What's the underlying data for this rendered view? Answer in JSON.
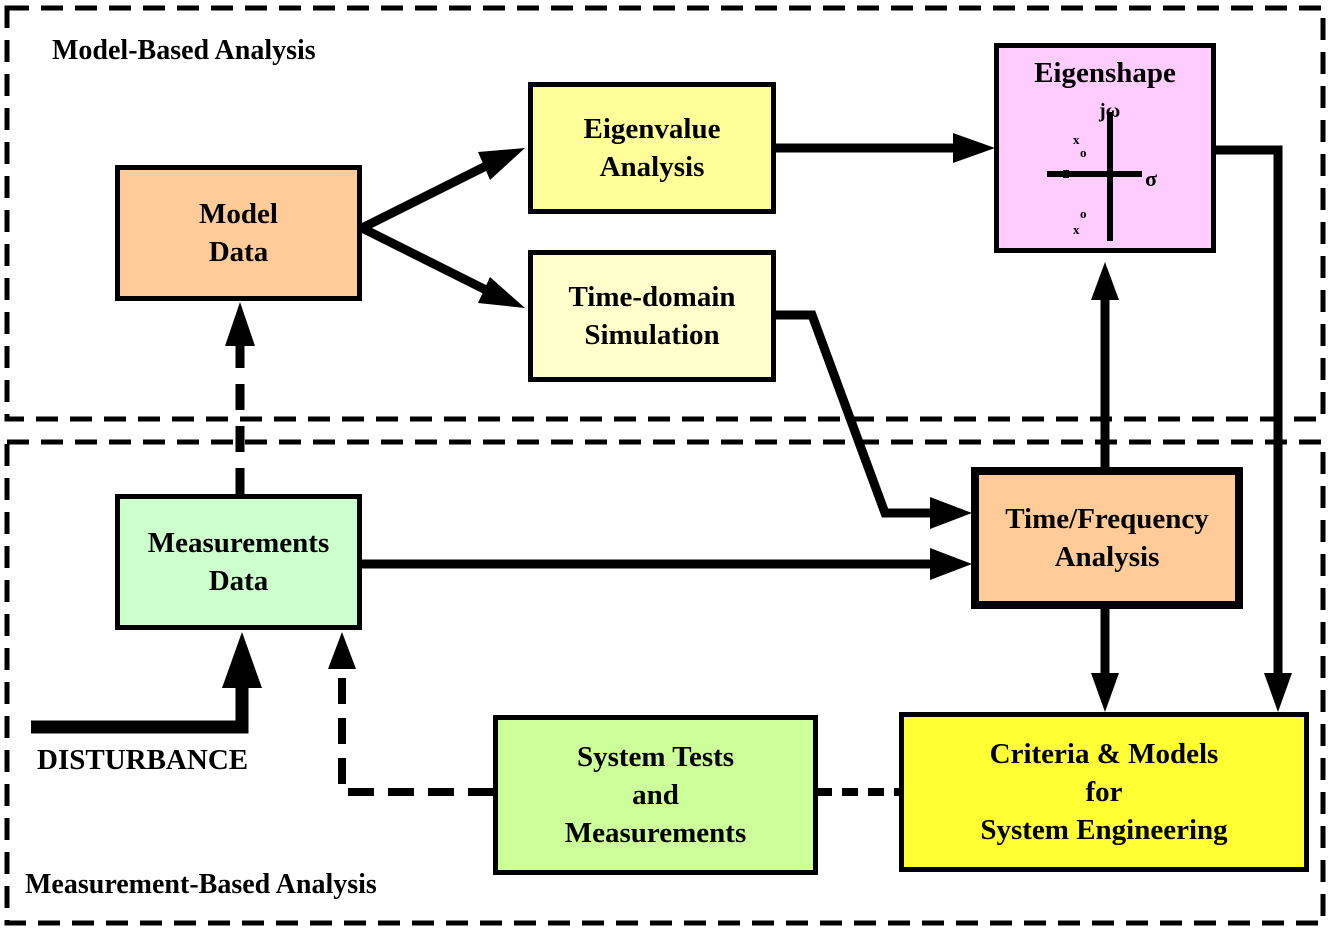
{
  "regions": {
    "model_based": "Model-Based Analysis",
    "measurement_based": "Measurement-Based Analysis"
  },
  "boxes": {
    "model_data": {
      "lines": [
        "Model",
        "Data"
      ],
      "color": "#FFCC99"
    },
    "eigenvalue_analysis": {
      "lines": [
        "Eigenvalue",
        "Analysis"
      ],
      "color": "#FFFF99"
    },
    "time_domain_simulation": {
      "lines": [
        "Time-domain",
        "Simulation"
      ],
      "color": "#FFFFCC"
    },
    "eigenshape": {
      "title": "Eigenshape",
      "color": "#FFCCFF",
      "axis_imag_label": "jω",
      "axis_real_label": "σ",
      "pole_marker": "x",
      "zero_marker": "o"
    },
    "measurements_data": {
      "lines": [
        "Measurements",
        "Data"
      ],
      "color": "#CCFFCC"
    },
    "time_frequency_analysis": {
      "lines": [
        "Time/Frequency",
        "Analysis"
      ],
      "color": "#FFCC99"
    },
    "system_tests": {
      "lines": [
        "System Tests",
        "and",
        "Measurements"
      ],
      "color": "#CCFF99"
    },
    "criteria_models": {
      "lines": [
        "Criteria & Models",
        "for",
        "System Engineering"
      ],
      "color": "#FFFF33"
    }
  },
  "labels": {
    "disturbance": "DISTURBANCE"
  },
  "connections": [
    {
      "from": "model_data",
      "to": "eigenvalue_analysis",
      "style": "solid"
    },
    {
      "from": "model_data",
      "to": "time_domain_simulation",
      "style": "solid"
    },
    {
      "from": "eigenvalue_analysis",
      "to": "eigenshape",
      "style": "solid"
    },
    {
      "from": "time_domain_simulation",
      "to": "time_frequency_analysis",
      "style": "solid"
    },
    {
      "from": "measurements_data",
      "to": "time_frequency_analysis",
      "style": "solid"
    },
    {
      "from": "measurements_data",
      "to": "model_data",
      "style": "dashed"
    },
    {
      "from": "time_frequency_analysis",
      "to": "eigenshape",
      "style": "solid"
    },
    {
      "from": "time_frequency_analysis",
      "to": "criteria_models",
      "style": "solid"
    },
    {
      "from": "eigenshape",
      "to": "criteria_models",
      "style": "solid"
    },
    {
      "from": "disturbance",
      "to": "measurements_data",
      "style": "solid-heavy"
    },
    {
      "from": "system_tests",
      "to": "measurements_data",
      "style": "dashed"
    },
    {
      "from": "system_tests",
      "to": "criteria_models",
      "style": "dashed"
    }
  ]
}
